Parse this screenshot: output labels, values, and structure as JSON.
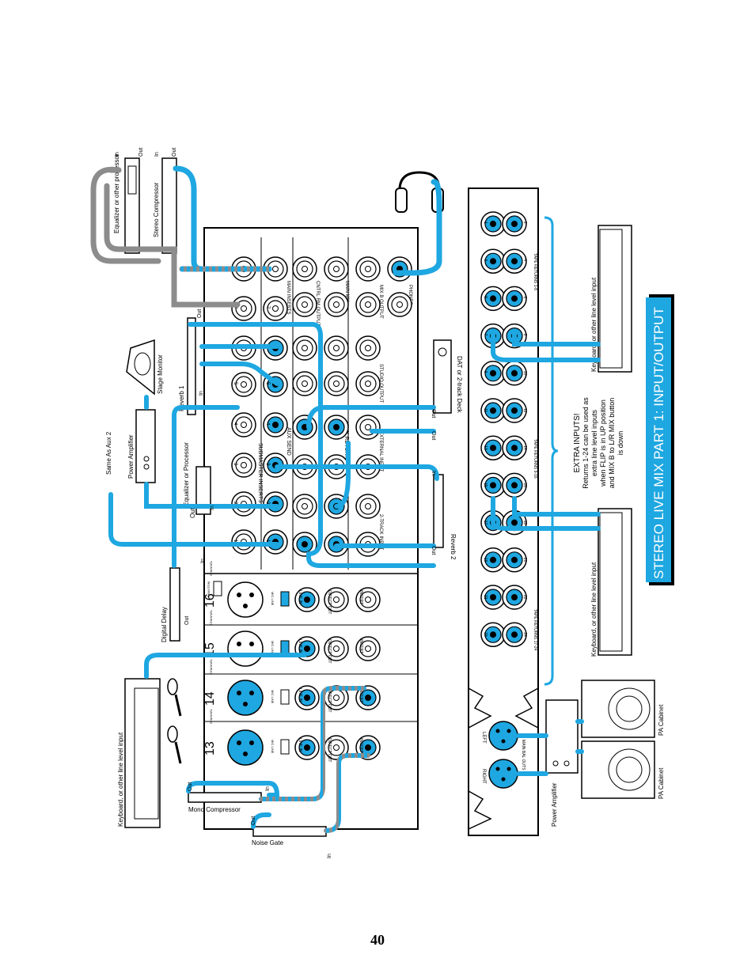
{
  "title": "STEREO LIVE MIX PART 1: INPUT/OUTPUT",
  "page_number": "40",
  "colors": {
    "cable": "#1ea7e1",
    "title_bg": "#1ea7e1",
    "gray_cable": "#8c8c8c",
    "outline": "#000000"
  },
  "devices": {
    "eq_processor_top": "Equalizer or other processor",
    "stereo_compressor": "Stereo Compressor",
    "stage_monitor": "Stage Monitor",
    "power_amp_top": "Power Amplifier",
    "same_as_aux2": "Same As Aux 2",
    "reverb1": "Reverb 1",
    "eq_processor_mid": "Equalizer or Processor",
    "digital_delay": "Digital Delay",
    "reverb2": "Reverb 2",
    "dat_deck": "DAT or 2-track Deck",
    "keyboard_left": "Keyboard, or other line level input",
    "keyboard_r1": "Keyboard, or other line level input",
    "keyboard_r2": "Keyboard, or other line level input",
    "mono_compressor": "Mono Compressor",
    "noise_gate": "Noise Gate",
    "power_amp_bottom": "Power Amplifier",
    "pa_cabinet_1": "PA Cabinet",
    "pa_cabinet_2": "PA Cabinet"
  },
  "io": {
    "in": "In",
    "out": "Out"
  },
  "rear_panel": {
    "submaster_inserts": "SUBMASTER INSERTS",
    "aux_send": "AUX SEND",
    "aux_return": "AUX RETURN",
    "main_inserts": "MAIN INSERTS",
    "cntrl_rm_output": "CNTRL RM OUTPUT",
    "main_mix": "MAIN MIX",
    "mix_b_output": "MIX B OUTPUT",
    "phones": "PHONES",
    "studio_output": "STUDIO OUTPUT",
    "external_input": "EXTERNAL INPUT",
    "two_track_input": "2-TRACK INPUT",
    "left": "L",
    "right": "R",
    "mono": "MONO",
    "aux_numbers": [
      "1",
      "2",
      "3",
      "4",
      "5",
      "6",
      "7",
      "8"
    ]
  },
  "channels": {
    "numbers": [
      "13",
      "14",
      "15",
      "16"
    ],
    "line_in": "LINE IN",
    "direct_out": "DIRECT OUT",
    "insert": "INSERT",
    "mic_line": "MIC LINE",
    "phantom": "PHANTOM",
    "channel": "CHANNEL"
  },
  "tape_returns": {
    "group1": "TAPE RETURNS 1-8",
    "group2": "TAPE RETURNS 9-16",
    "group3": "TAPE RETURNS 17-24",
    "numbers": [
      "1",
      "2",
      "3",
      "4",
      "5",
      "6",
      "7",
      "8",
      "9",
      "10",
      "11",
      "12",
      "13",
      "14",
      "15",
      "16",
      "17",
      "18",
      "19",
      "20",
      "21",
      "22",
      "23",
      "24"
    ]
  },
  "main_outputs": {
    "left": "LEFT",
    "right": "RIGHT",
    "main_bal_outs": "MAIN BAL OUTS"
  },
  "extra_inputs_note": [
    "EXTRA INPUTS!",
    "Returns 1-24 can be used as",
    "extra line level inputs",
    "when FLIP is in UP position",
    "and MIX B to L/R MIX button",
    "is down"
  ]
}
